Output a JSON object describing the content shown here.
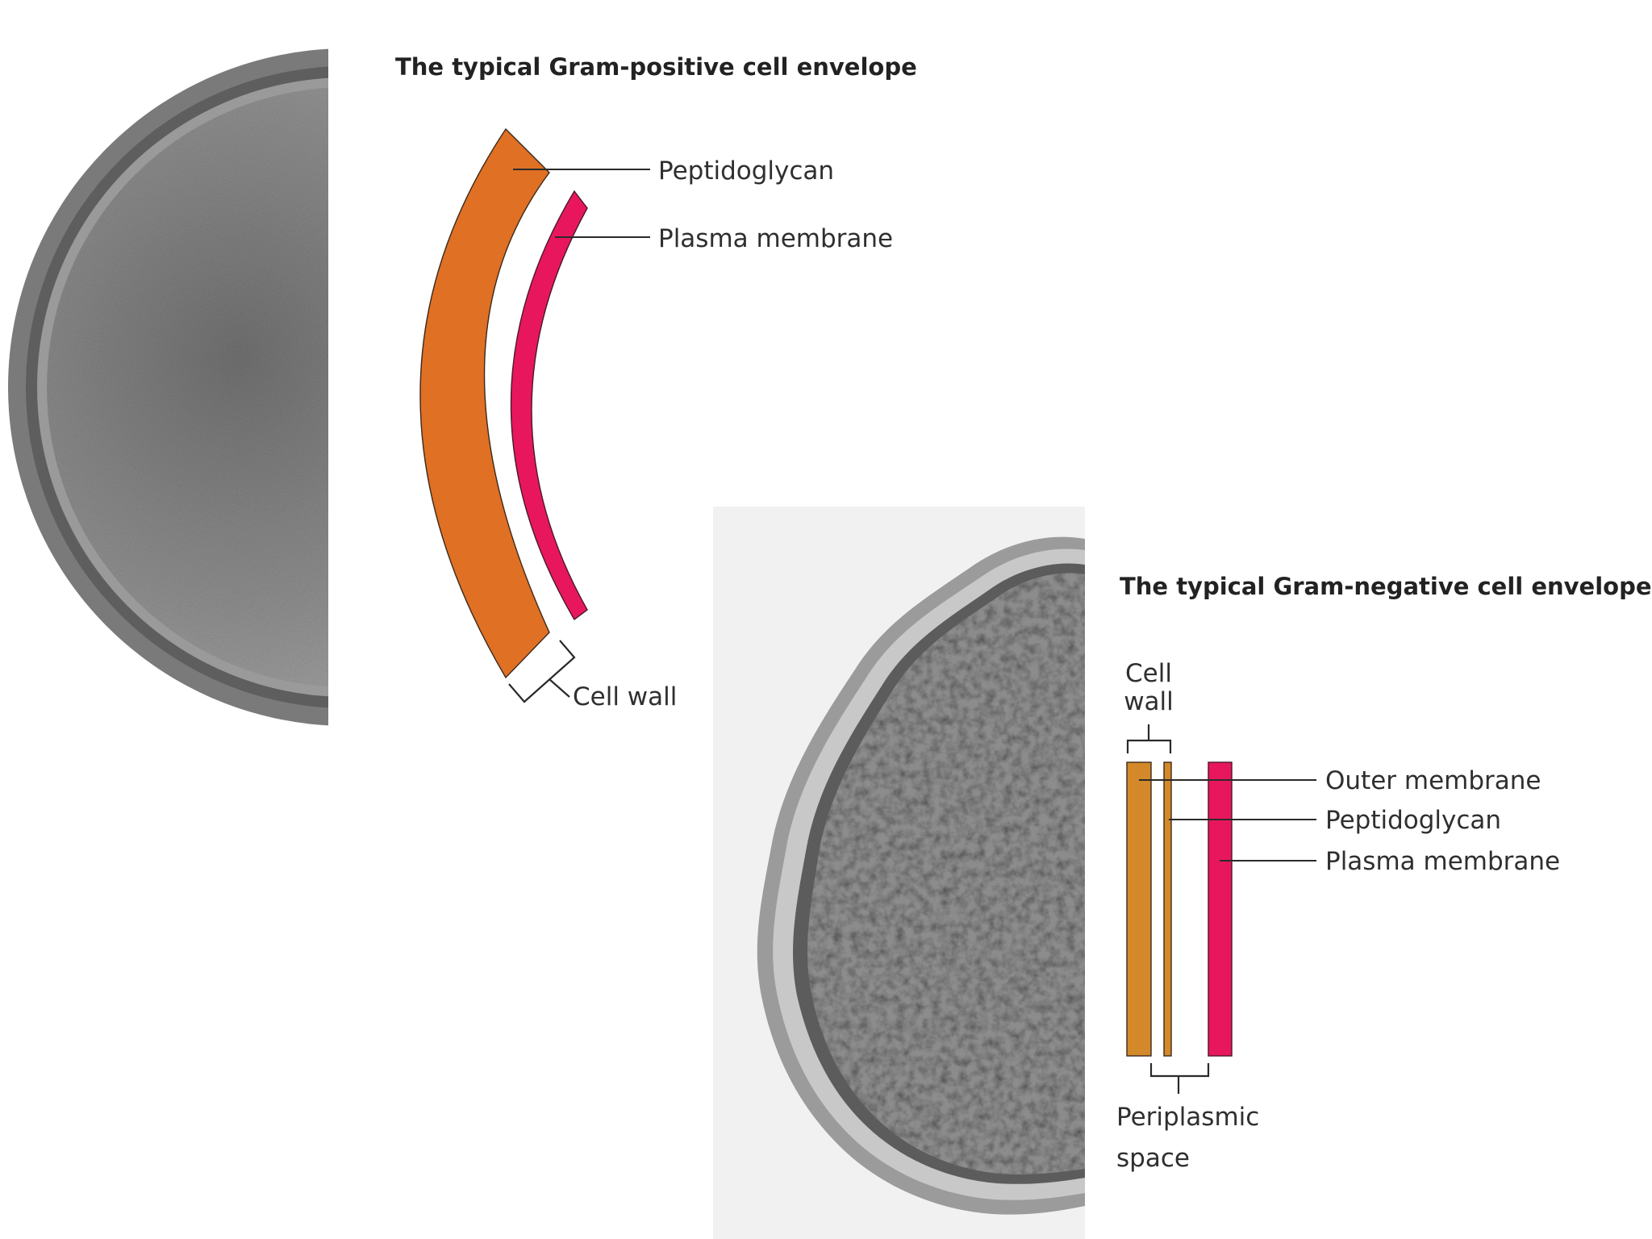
{
  "gram_positive": {
    "title": "The typical Gram-positive cell envelope",
    "labels": {
      "peptidoglycan": "Peptidoglycan",
      "plasma_membrane": "Plasma membrane",
      "cell_wall": "Cell wall"
    },
    "colors": {
      "peptidoglycan": "#e07024",
      "plasma_membrane": "#e8175d"
    }
  },
  "gram_negative": {
    "title": "The typical Gram-negative cell envelope",
    "labels": {
      "cell_wall_line1": "Cell",
      "cell_wall_line2": "wall",
      "outer_membrane": "Outer membrane",
      "peptidoglycan": "Peptidoglycan",
      "plasma_membrane": "Plasma membrane",
      "periplasmic_line1": "Periplasmic",
      "periplasmic_line2": "space"
    },
    "colors": {
      "outer_membrane": "#d3892a",
      "peptidoglycan": "#d3892a",
      "plasma_membrane": "#e8175d"
    }
  }
}
